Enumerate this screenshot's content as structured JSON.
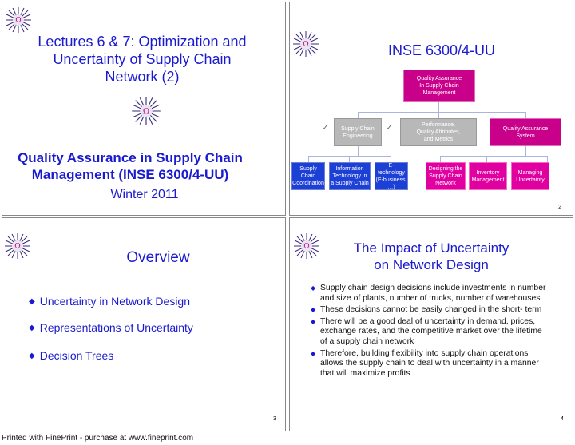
{
  "slide1": {
    "title_line1": "Lectures 6 & 7: Optimization and",
    "title_line2": "Uncertainty of Supply Chain",
    "title_line3": "Network (2)",
    "subtitle_line1": "Quality Assurance in Supply Chain",
    "subtitle_line2": "Management (INSE 6300/4-UU)",
    "term": "Winter 2011",
    "logo_glyph": "Ω"
  },
  "slide2": {
    "title": "INSE 6300/4-UU",
    "page_number": "2",
    "root": [
      "Quality Assurance",
      "In Supply Chain",
      "Management"
    ],
    "level2": [
      {
        "lines": [
          "Supply Chain",
          "Engineering"
        ],
        "checked": true
      },
      {
        "lines": [
          "Performance,",
          "Quality Attributes,",
          "and Metrics"
        ],
        "checked": true
      },
      {
        "lines": [
          "Quality Assurance",
          "System"
        ],
        "checked": false
      }
    ],
    "level3": [
      {
        "lines": [
          "Supply Chain",
          "Coordination"
        ]
      },
      {
        "lines": [
          "Information",
          "Technology  in",
          "a Supply Chain"
        ]
      },
      {
        "lines": [
          "E-technology",
          "(E-business,",
          "…)"
        ]
      },
      {
        "lines": [
          "Designing the",
          "Supply Chain",
          "Network"
        ]
      },
      {
        "lines": [
          "Inventory",
          "Management"
        ]
      },
      {
        "lines": [
          "Managing",
          "Uncertainty"
        ]
      }
    ],
    "colors": {
      "root": "#c8008a",
      "blue": "#1c3fd6",
      "gray": "#b8b8b8",
      "magenta": "#e000a0"
    }
  },
  "slide3": {
    "title": "Overview",
    "page_number": "3",
    "bullets": [
      "Uncertainty in Network Design",
      "Representations of Uncertainty",
      "Decision Trees"
    ]
  },
  "slide4": {
    "title_line1": "The Impact of Uncertainty",
    "title_line2": "on Network Design",
    "page_number": "4",
    "bullets": [
      "Supply chain design decisions include investments in number and size of plants, number of trucks, number of warehouses",
      "These decisions cannot be easily changed in the short- term",
      "There will be a good deal of uncertainty in demand, prices, exchange rates, and the competitive market over the lifetime of a supply chain network",
      "Therefore, building flexibility into supply chain operations allows the supply chain to deal with uncertainty in a manner that will maximize profits"
    ]
  },
  "footer": "Printed with FinePrint - purchase at www.fineprint.com"
}
